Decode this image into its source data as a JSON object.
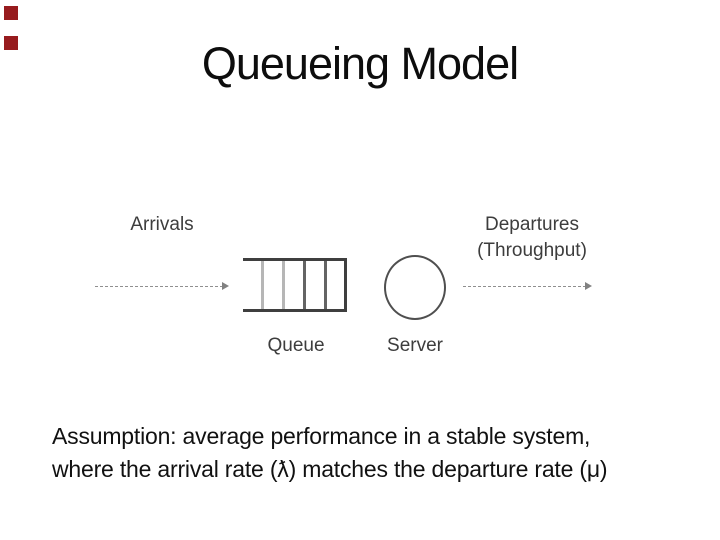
{
  "slide": {
    "title": "Queueing Model",
    "assumption": {
      "line1": "Assumption: average performance in a stable system,",
      "line2": "where the arrival rate (ƛ) matches the departure rate (μ)"
    }
  },
  "diagram": {
    "arrivals_label": "Arrivals",
    "departures_label": "Departures",
    "throughput_label": "(Throughput)",
    "queue_label": "Queue",
    "server_label": "Server",
    "queue_cells": 5
  },
  "colors": {
    "accent_red": "#971b1e",
    "title_text": "#0d0d0d",
    "body_text": "#111111",
    "diagram_label_gray": "#3d3d3d",
    "line_dark_gray": "#3f3f3f",
    "line_mid_gray": "#646464",
    "line_light_gray": "#b6b6b6",
    "dash_gray": "#8f8f8f",
    "background": "#ffffff"
  }
}
